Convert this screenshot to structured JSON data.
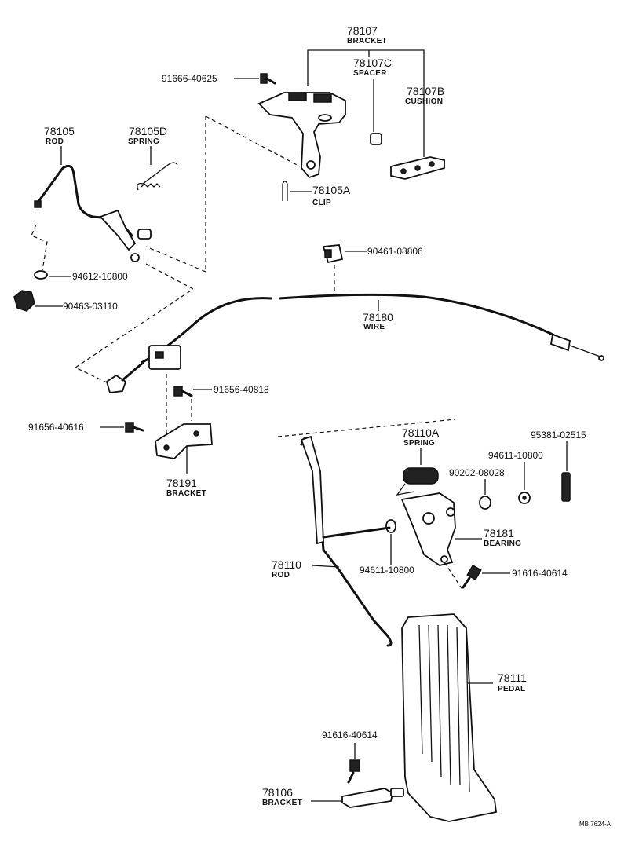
{
  "callouts": {
    "p78107": {
      "number": "78107",
      "label": "BRACKET"
    },
    "p78107c": {
      "number": "78107C",
      "label": "SPACER"
    },
    "p78107b": {
      "number": "78107B",
      "label": "CUSHION"
    },
    "p78105": {
      "number": "78105",
      "label": "ROD"
    },
    "p78105d": {
      "number": "78105D",
      "label": "SPRING"
    },
    "p78105a": {
      "number": "78105A",
      "label": "CLIP"
    },
    "p78180": {
      "number": "78180",
      "label": "WIRE"
    },
    "p78191": {
      "number": "78191",
      "label": "BRACKET"
    },
    "p78110a": {
      "number": "78110A",
      "label": "SPRING"
    },
    "p78181": {
      "number": "78181",
      "label": "BEARING"
    },
    "p78110": {
      "number": "78110",
      "label": "ROD"
    },
    "p78111": {
      "number": "78111",
      "label": "PEDAL"
    },
    "p78106": {
      "number": "78106",
      "label": "BRACKET"
    }
  },
  "part_numbers": {
    "pn_91666_40625": "91666-40625",
    "pn_94612_10800": "94612-10800",
    "pn_90463_03110": "90463-03110",
    "pn_90461_08806": "90461-08806",
    "pn_91656_40818": "91656-40818",
    "pn_91656_40616": "91656-40616",
    "pn_95381_02515": "95381-02515",
    "pn_94611_10800_a": "94611-10800",
    "pn_90202_08028": "90202-08028",
    "pn_94611_10800_b": "94611-10800",
    "pn_91616_40614_a": "91616-40614",
    "pn_91616_40614_b": "91616-40614"
  },
  "footer_code": "MB 7624-A"
}
